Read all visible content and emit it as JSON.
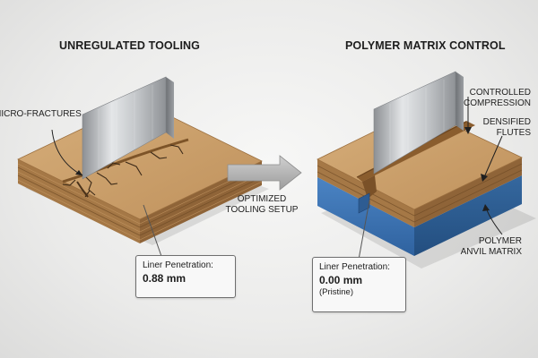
{
  "panels": {
    "left": {
      "title": "UNREGULATED TOOLING",
      "annotation_microfractures": "MICRO-FRACTURES",
      "callout": {
        "label": "Liner Penetration:",
        "value": "0.88 mm"
      }
    },
    "right": {
      "title": "POLYMER MATRIX CONTROL",
      "annotation_compression": [
        "CONTROLLED",
        "COMPRESSION"
      ],
      "annotation_flutes": [
        "DENSIFIED",
        "FLUTES"
      ],
      "annotation_anvil": [
        "POLYMER",
        "ANVIL MATRIX"
      ],
      "callout": {
        "label": "Liner Penetration:",
        "value": "0.00 mm",
        "note": "(Pristine)"
      }
    }
  },
  "transition": {
    "label": [
      "OPTIMIZED",
      "TOOLING SETUP"
    ]
  },
  "colors": {
    "cardboard_top": "#c9a06c",
    "cardboard_side": "#a87a48",
    "polymer_anvil": "#3c74b4",
    "blade_metal": "#b9bcbf",
    "arrow_gray": "#a9a9a9"
  }
}
